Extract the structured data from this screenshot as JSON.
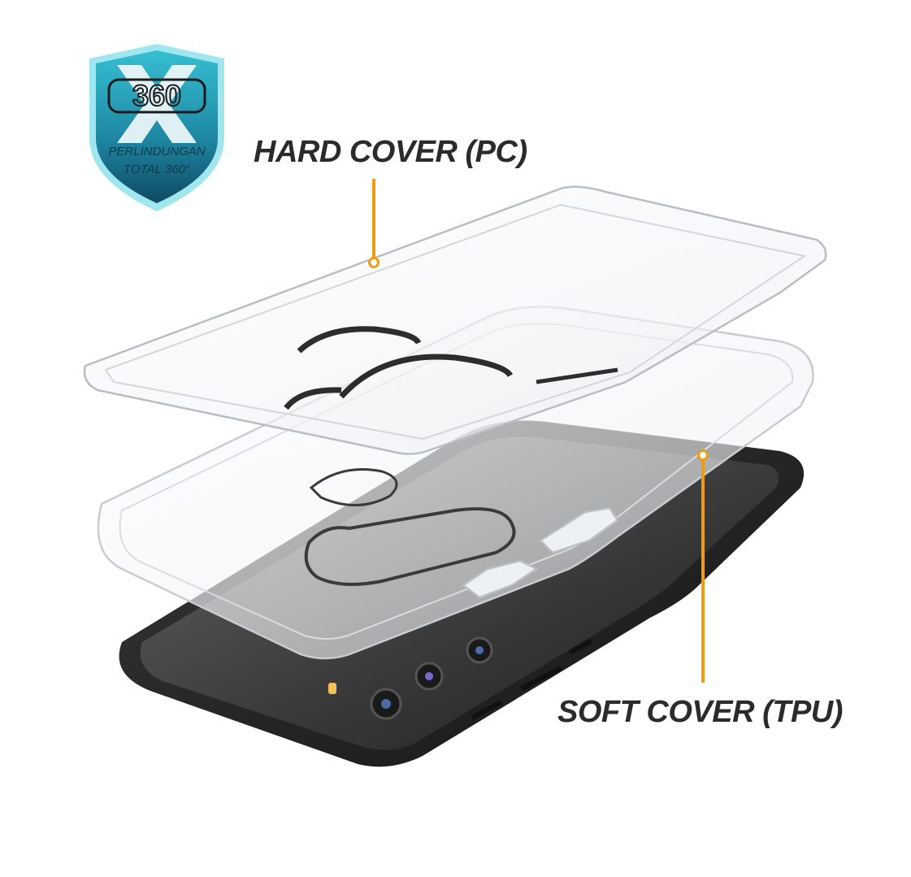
{
  "badge": {
    "logo_text": "360",
    "line1": "PERLINDUNGAN",
    "line2": "TOTAL 360°",
    "colors": {
      "shield_top": "#2fb6c9",
      "shield_bottom": "#0f4a63",
      "x_mark": "#eaf6f8"
    }
  },
  "labels": {
    "hard_cover": "HARD COVER (PC)",
    "soft_cover": "SOFT COVER (TPU)"
  },
  "colors": {
    "accent": "#f29a12",
    "label_text": "#2b2b2b",
    "phone_body": "#2a2a2a"
  },
  "icons": {
    "badge": "shield-360-icon",
    "camera": "camera-lens-icon"
  }
}
